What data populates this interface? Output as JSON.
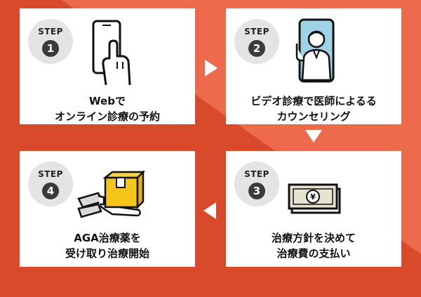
{
  "colors": {
    "background_dark": "#d84a2a",
    "background_light": "#ed6a4c",
    "card": "#ffffff",
    "badge": "#e4e4e4",
    "badge_number": "#3b3b3b",
    "accent_yellow": "#f5c518"
  },
  "steps": [
    {
      "label": "STEP",
      "number": "1",
      "caption_lines": [
        "Webで",
        "オンライン診療の予約"
      ],
      "icon": "smartphone-hand-icon"
    },
    {
      "label": "STEP",
      "number": "2",
      "caption_lines": [
        "ビデオ診療で医師によるる",
        "カウンセリング"
      ],
      "icon": "doctor-video-icon"
    },
    {
      "label": "STEP",
      "number": "3",
      "caption_lines": [
        "治療方針を決めて",
        "治療費の支払い"
      ],
      "icon": "yen-banknote-icon"
    },
    {
      "label": "STEP",
      "number": "4",
      "caption_lines": [
        "AGA治療薬を",
        "受け取り治療開始"
      ],
      "icon": "package-delivery-icon"
    }
  ]
}
